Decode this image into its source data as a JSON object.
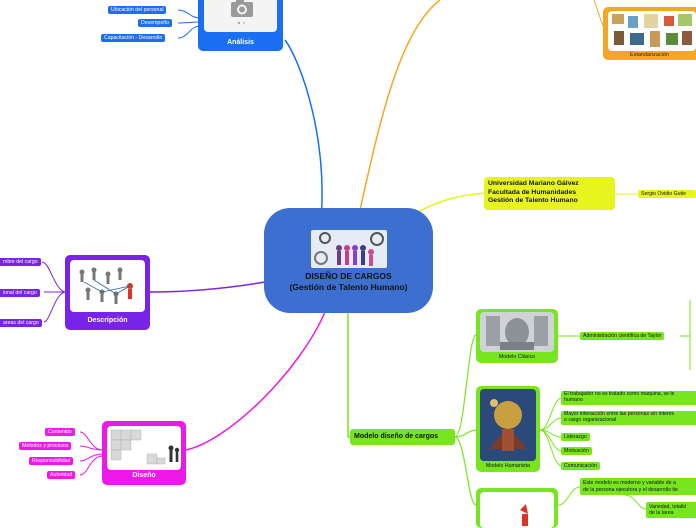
{
  "central": {
    "title": "DISEÑO DE CARGOS",
    "subtitle": "(Gestión de Talento Humano)"
  },
  "analisis": {
    "label": "Análisis",
    "leaves": [
      "Ubicación del personal",
      "Desempeño",
      "Capacitación - Desarrollo"
    ]
  },
  "descripcion": {
    "label": "Descripción",
    "leaves": [
      "mbre del cargo",
      "ional del cargo",
      "areas del cargo"
    ]
  },
  "diseno": {
    "label": "Diseño",
    "leaves": [
      "Contenido",
      "Métodos y procesos",
      "Responsabilidad",
      "Autoridad"
    ]
  },
  "estandarizacion": {
    "label": "Estandarización"
  },
  "universidad": {
    "line1": "Universidad  Mariano Gálvez",
    "line2": "Facultada de Humanidades",
    "line3": "Gestión  de Talento Humano",
    "author": "Sergio Ovidio  Gutie"
  },
  "modelos": {
    "label": "Modelo diseño de cargos",
    "clasico": {
      "label": "Modelo Clásico",
      "leaf": "Administración científica de Taylor"
    },
    "humanista": {
      "label": "Modelo Humanista",
      "leaves": [
        "El trabajador no es tratado como maquina, se le",
        "humano",
        "Mayor interacción entre las personas sin interes",
        "o cargo organizacional",
        "Liderazgo",
        "Motivación",
        "Comunicación"
      ]
    },
    "contingencia": {
      "leaf1a": "Este modelo es moderno y variable de a",
      "leaf1b": "de la persona ejecutora y el desarrollo tie",
      "leaf2a": "Variedad, totalid",
      "leaf2b": "de la tarea"
    }
  },
  "colors": {
    "central": "#3d6fd1",
    "blue": "#1a6ff2",
    "purple": "#7a23e8",
    "magenta": "#ee18ea",
    "orange": "#f5a623",
    "lime": "#e8f41e",
    "green": "#77e61e"
  },
  "icons": [
    "camera-icon",
    "gears-people-image",
    "network-people-image",
    "puzzle-image",
    "cartoon-image",
    "statue-image",
    "art-image",
    "chess-image"
  ]
}
